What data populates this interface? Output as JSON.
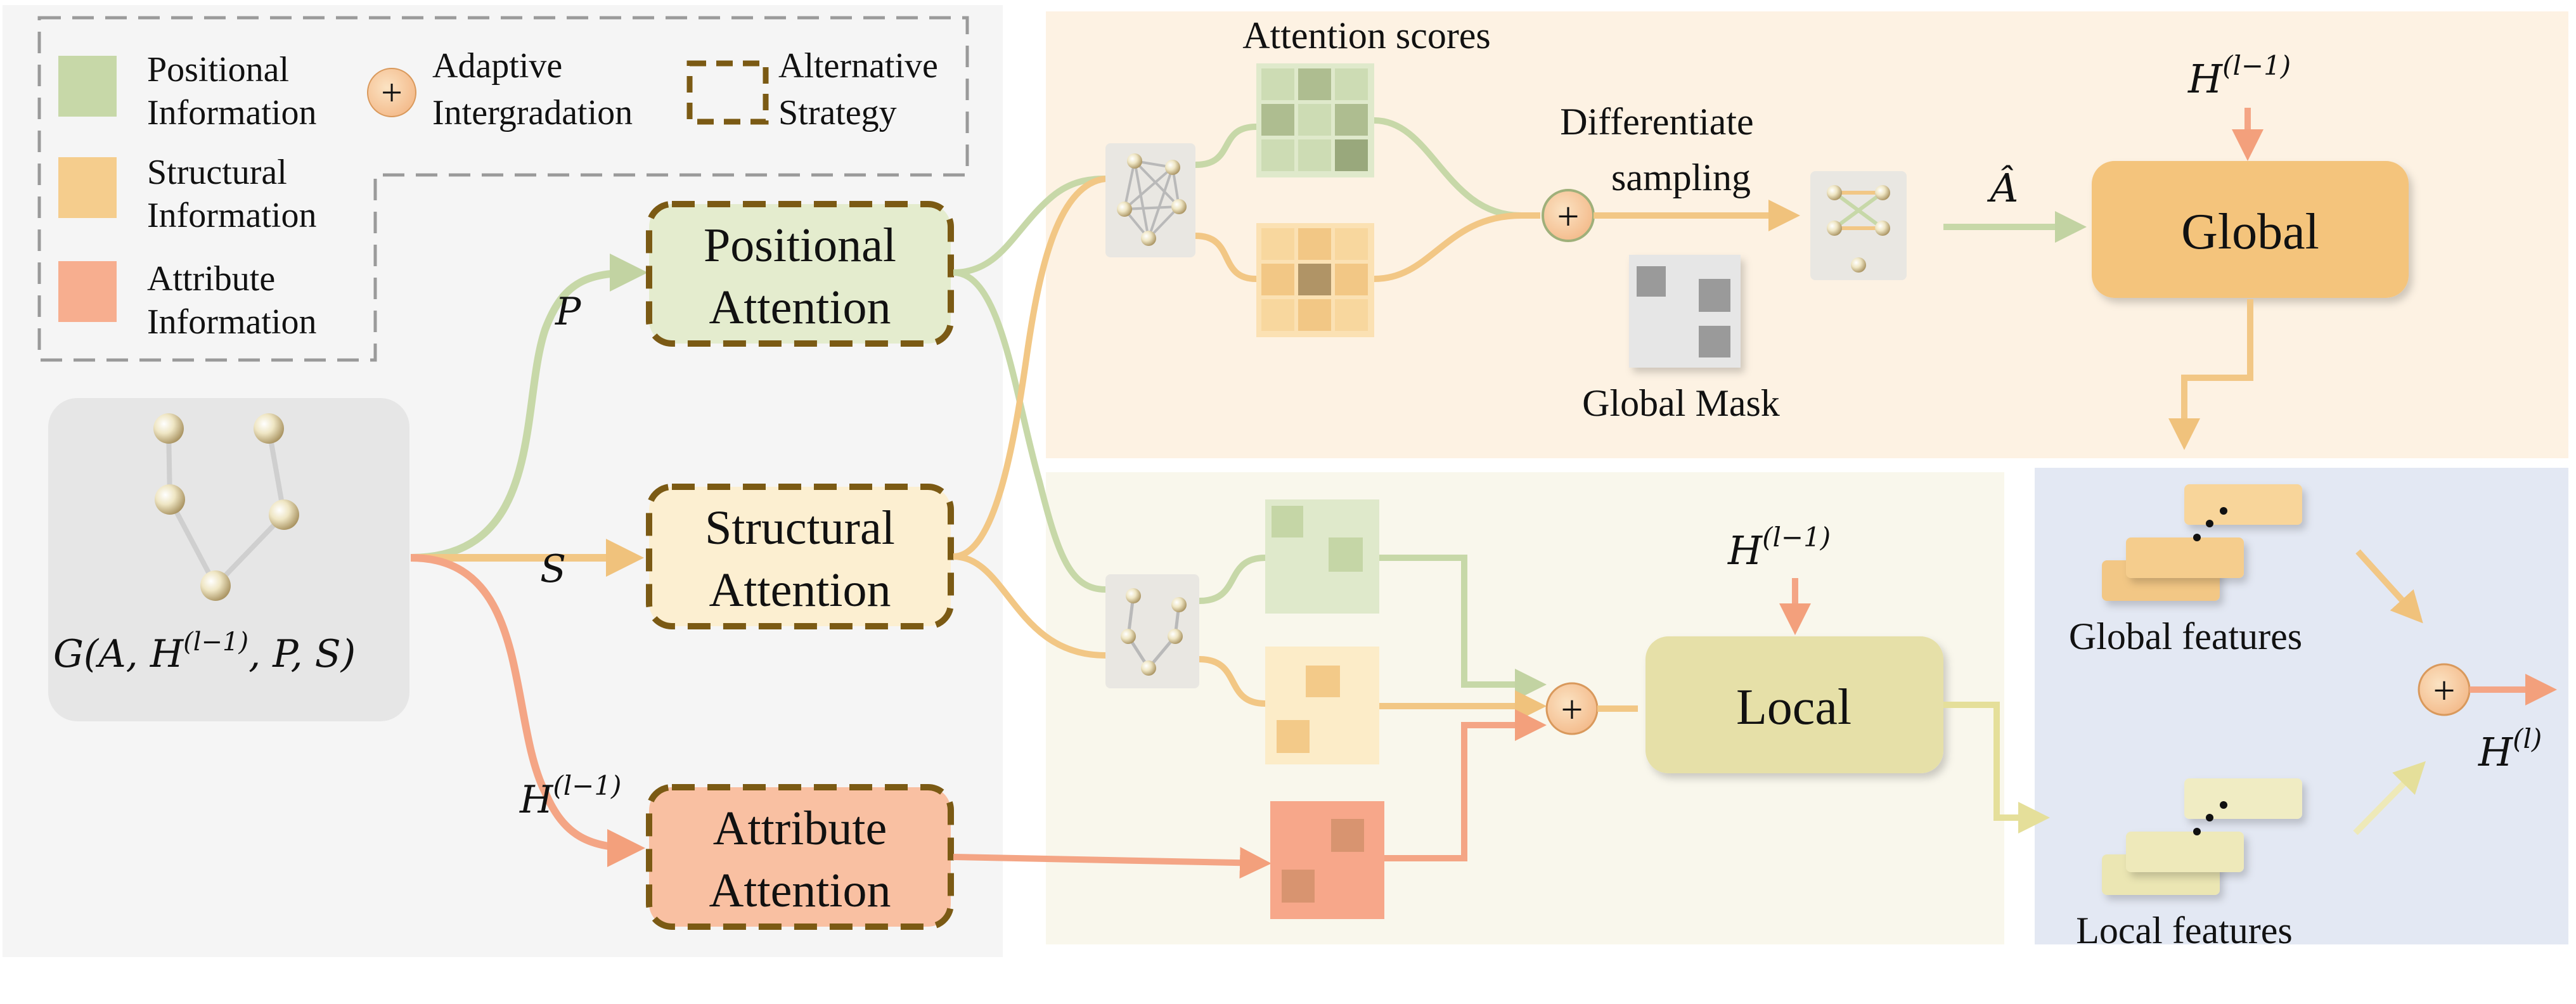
{
  "legend": {
    "positional": [
      "Positional",
      "Information"
    ],
    "structural": [
      "Structural",
      "Information"
    ],
    "attribute": [
      "Attribute",
      "Information"
    ],
    "adaptive": [
      "Adaptive",
      "Intergradation"
    ],
    "alternative": [
      "Alternative",
      "Strategy"
    ],
    "plus_symbol": "+"
  },
  "input_graph": {
    "label_prefix": "G(A, H",
    "label_sup": "(l−1)",
    "label_suffix": ", P, S)"
  },
  "edge_labels": {
    "p": "P",
    "s": "S",
    "h_base": "H",
    "h_sup": "(l−1)"
  },
  "attention_blocks": {
    "positional": [
      "Positional",
      "Attention"
    ],
    "structural": [
      "Structural",
      "Attention"
    ],
    "attribute": [
      "Attribute",
      "Attention"
    ]
  },
  "global_branch": {
    "attention_scores": "Attention scores",
    "diff_sampling": [
      "Differentiate",
      "sampling"
    ],
    "global_mask": "Global Mask",
    "a_hat": "Â",
    "h_base": "H",
    "h_sup": "(l−1)",
    "global_label": "Global"
  },
  "local_branch": {
    "h_base": "H",
    "h_sup": "(l−1)",
    "local_label": "Local"
  },
  "fusion": {
    "global_features": "Global features",
    "local_features": "Local features",
    "out_base": "H",
    "out_sup": "(l)"
  },
  "colors": {
    "positional": "#c7d8a8",
    "positional_fill": "#e4eccf",
    "structural": "#f2c785",
    "structural_fill": "#fbedd0",
    "attribute": "#f4a27f",
    "attribute_fill": "#f9c3a6",
    "border_brown": "#7b5a14",
    "global_box": "#f4c57e",
    "local_box": "#e6e0a8",
    "panel_gray": "#f4f4f4",
    "panel_peach": "#fdf1e2",
    "panel_cream": "#faf8ee",
    "panel_blue": "#e4e9f4"
  }
}
